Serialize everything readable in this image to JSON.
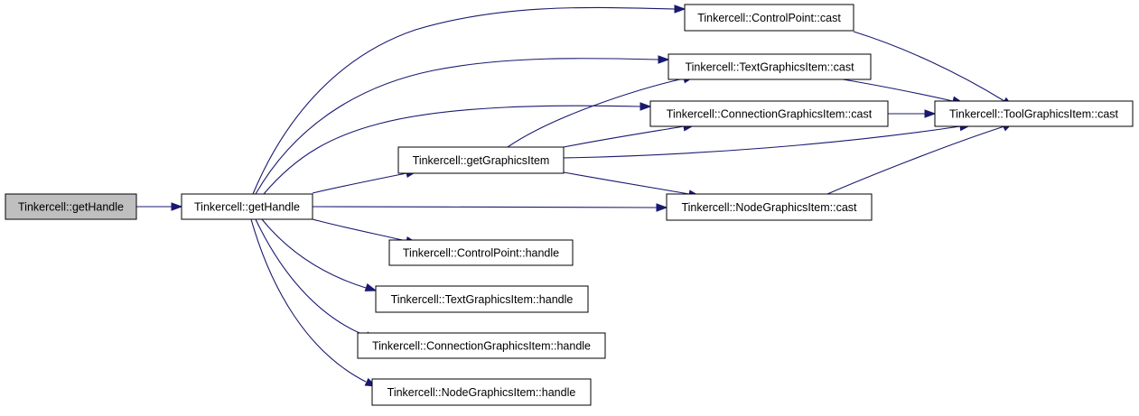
{
  "graph": {
    "colors": {
      "edge": "#191970",
      "node_fill": "#ffffff",
      "root_fill": "#bfbfbf",
      "node_border": "#000000"
    },
    "nodes": [
      {
        "id": "root",
        "label": "Tinkercell::getHandle",
        "root": true
      },
      {
        "id": "gh",
        "label": "Tinkercell::getHandle"
      },
      {
        "id": "cpcast",
        "label": "Tinkercell::ControlPoint::cast"
      },
      {
        "id": "tgcast",
        "label": "Tinkercell::TextGraphicsItem::cast"
      },
      {
        "id": "cgcast",
        "label": "Tinkercell::ConnectionGraphicsItem::cast"
      },
      {
        "id": "getgi",
        "label": "Tinkercell::getGraphicsItem"
      },
      {
        "id": "toolcast",
        "label": "Tinkercell::ToolGraphicsItem::cast"
      },
      {
        "id": "ngcast",
        "label": "Tinkercell::NodeGraphicsItem::cast"
      },
      {
        "id": "cphandle",
        "label": "Tinkercell::ControlPoint::handle"
      },
      {
        "id": "tghandle",
        "label": "Tinkercell::TextGraphicsItem::handle"
      },
      {
        "id": "cghandle",
        "label": "Tinkercell::ConnectionGraphicsItem::handle"
      },
      {
        "id": "nghandle",
        "label": "Tinkercell::NodeGraphicsItem::handle"
      }
    ],
    "edges": [
      {
        "from": "root",
        "to": "gh"
      },
      {
        "from": "gh",
        "to": "cpcast"
      },
      {
        "from": "gh",
        "to": "tgcast"
      },
      {
        "from": "gh",
        "to": "cgcast"
      },
      {
        "from": "gh",
        "to": "getgi"
      },
      {
        "from": "gh",
        "to": "ngcast"
      },
      {
        "from": "gh",
        "to": "cphandle"
      },
      {
        "from": "gh",
        "to": "tghandle"
      },
      {
        "from": "gh",
        "to": "cghandle"
      },
      {
        "from": "gh",
        "to": "nghandle"
      },
      {
        "from": "getgi",
        "to": "tgcast"
      },
      {
        "from": "getgi",
        "to": "cgcast"
      },
      {
        "from": "getgi",
        "to": "toolcast"
      },
      {
        "from": "getgi",
        "to": "ngcast"
      },
      {
        "from": "cpcast",
        "to": "toolcast"
      },
      {
        "from": "tgcast",
        "to": "toolcast"
      },
      {
        "from": "cgcast",
        "to": "toolcast"
      },
      {
        "from": "ngcast",
        "to": "toolcast"
      }
    ]
  }
}
